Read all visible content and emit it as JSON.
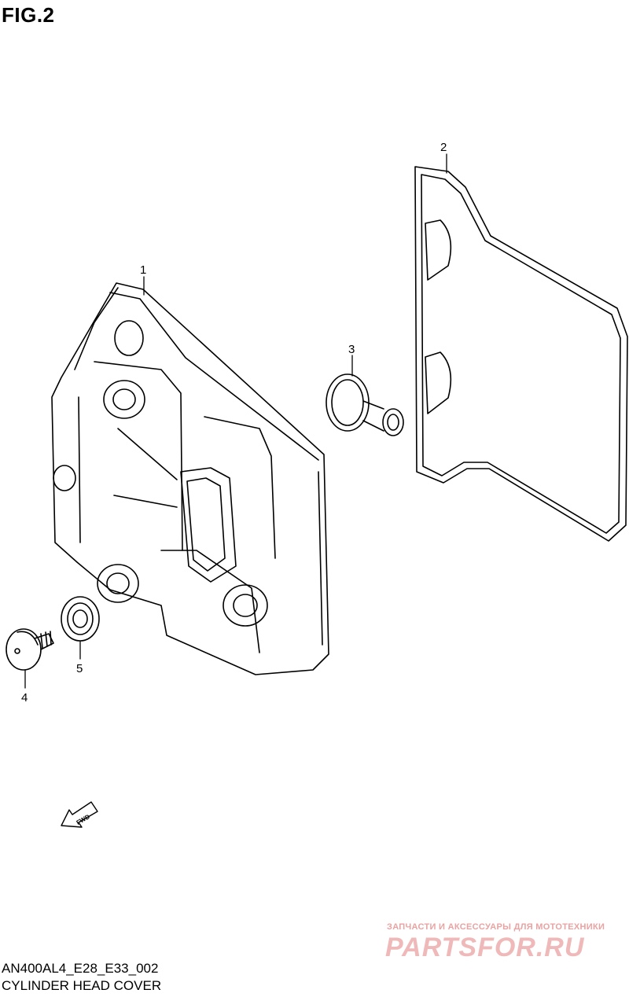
{
  "figure": {
    "title": "FIG.2"
  },
  "callouts": [
    {
      "id": "1",
      "label": "1"
    },
    {
      "id": "2",
      "label": "2"
    },
    {
      "id": "3",
      "label": "3"
    },
    {
      "id": "4",
      "label": "4"
    },
    {
      "id": "5",
      "label": "5"
    }
  ],
  "arrow": {
    "label": "FWD"
  },
  "watermark": {
    "tagline": "ЗАПЧАСТИ И АКСЕССУАРЫ ДЛЯ МОТОТЕХНИКИ",
    "brand": "PARTSFOR.RU"
  },
  "footer": {
    "code": "AN400AL4_E28_E33_002",
    "caption": "CYLINDER HEAD COVER"
  }
}
